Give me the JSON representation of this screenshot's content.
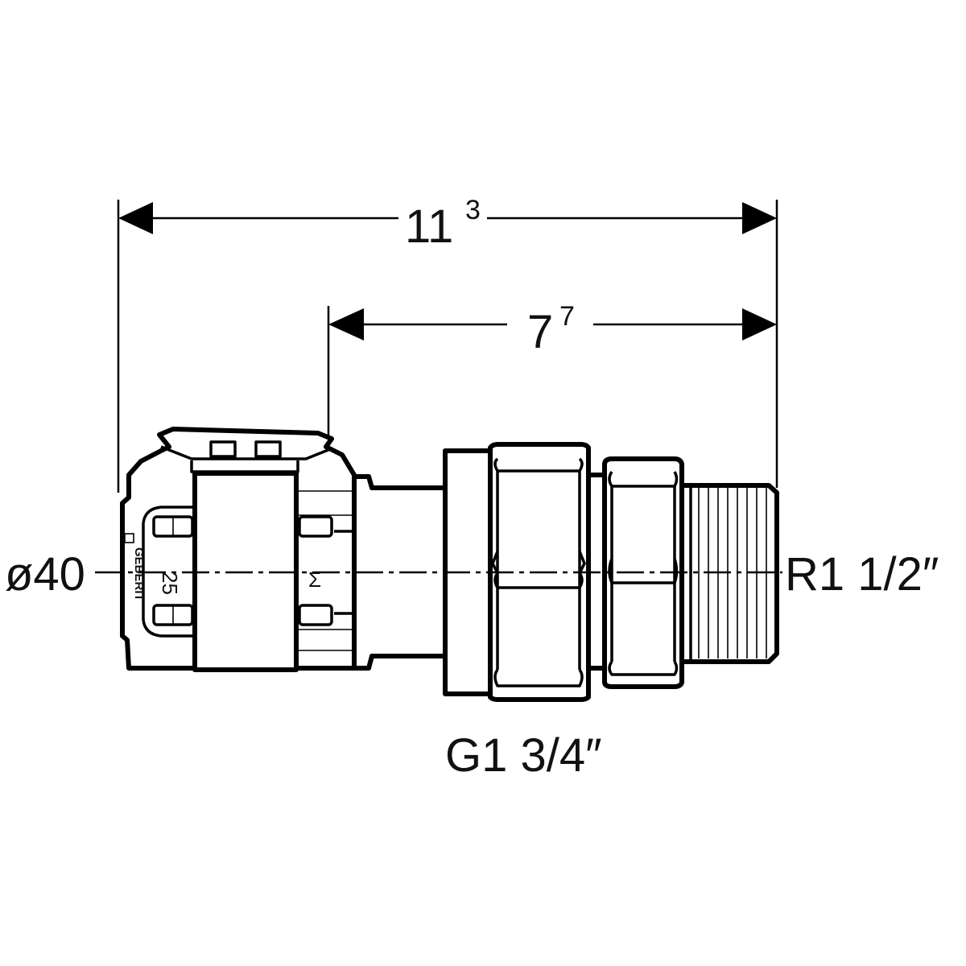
{
  "dimensions": {
    "overall_length": {
      "main": "11",
      "superscript": "3"
    },
    "partial_length": {
      "main": "7",
      "superscript": "7"
    }
  },
  "labels": {
    "pipe_diameter": "ø40",
    "male_thread": "R1 1/2″",
    "union_thread": "G1 3/4″"
  },
  "fitting_markings": {
    "brand": "GEBERIT",
    "size_code": "25",
    "symbol": "Σ"
  }
}
